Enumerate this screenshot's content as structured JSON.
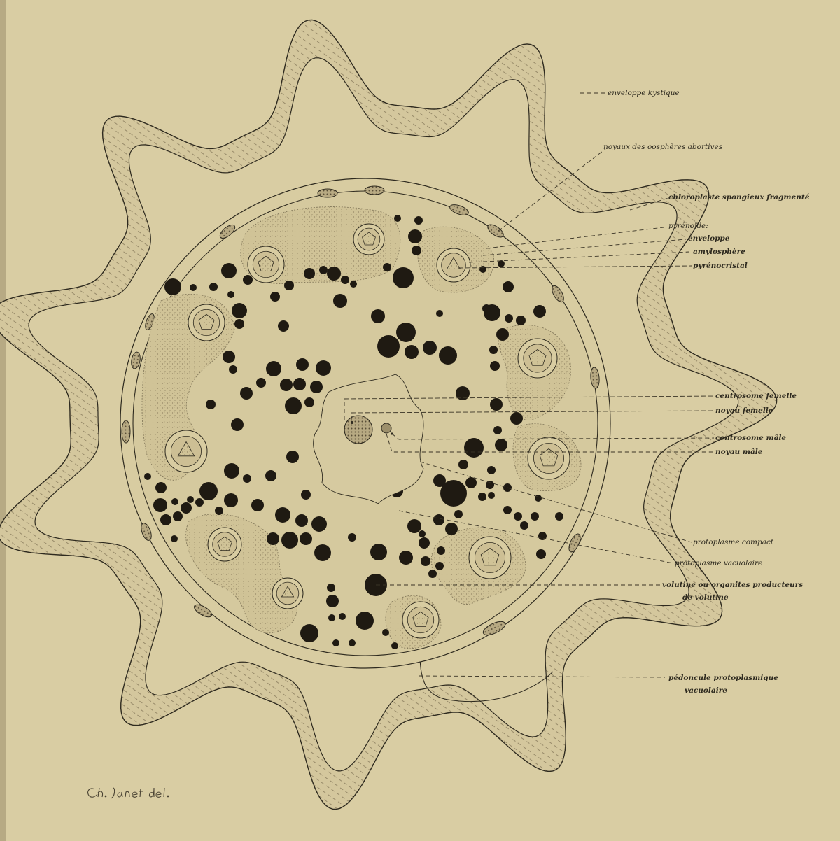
{
  "figure": {
    "colors": {
      "paper": "#d9cda3",
      "ink": "#2e2a1f",
      "wall": "#d3c59b",
      "cytoplasm": "#cfc196",
      "volutin": "#1f1a12"
    },
    "labels": [
      "enveloppe kystique",
      "noyaux des oosphères abortives",
      "chloroplaste spongieux fragmenté",
      "pyrénoïde:",
      "enveloppe",
      "amylosphère",
      "pyrénocristal",
      "centrosome femelle",
      "noyau femelle",
      "centrosome mâle",
      "noyau mâle",
      "protoplasme compact",
      "protoplasme vacuolaire",
      "volutine ou organites producteurs",
      "de volutine",
      "pédoncule protoplasmique",
      "vacuolaire"
    ],
    "signature": "Ch. Janet del."
  }
}
